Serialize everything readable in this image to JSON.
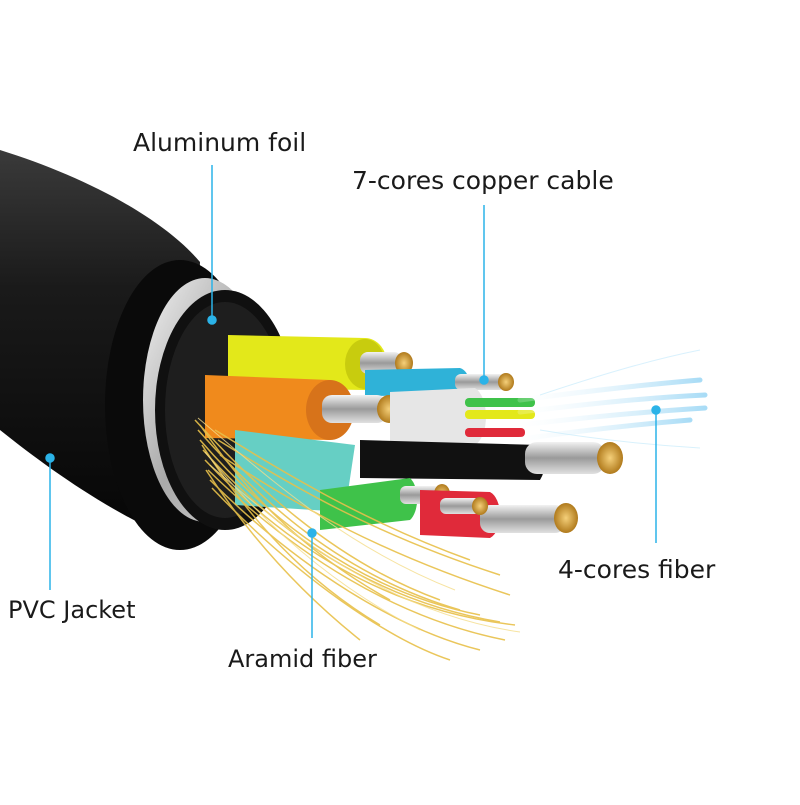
{
  "labels": {
    "aluminum_foil": "Aluminum foil",
    "copper_cable": "7-cores copper cable",
    "fiber": "4-cores fiber",
    "pvc_jacket": "PVC Jacket",
    "aramid_fiber": "Aramid fiber"
  },
  "colors": {
    "jacket": "#141414",
    "foil": "#c8c8c8",
    "leader_line": "#2bb3e8",
    "yellow_core": "#e3e81a",
    "orange_core": "#f08a1c",
    "cyan_core": "#2fb2d8",
    "green_core": "#3fc24a",
    "red_core": "#e02a3a",
    "aramid": "#e8c04a",
    "fiber_glow": "#9fd8f5"
  }
}
